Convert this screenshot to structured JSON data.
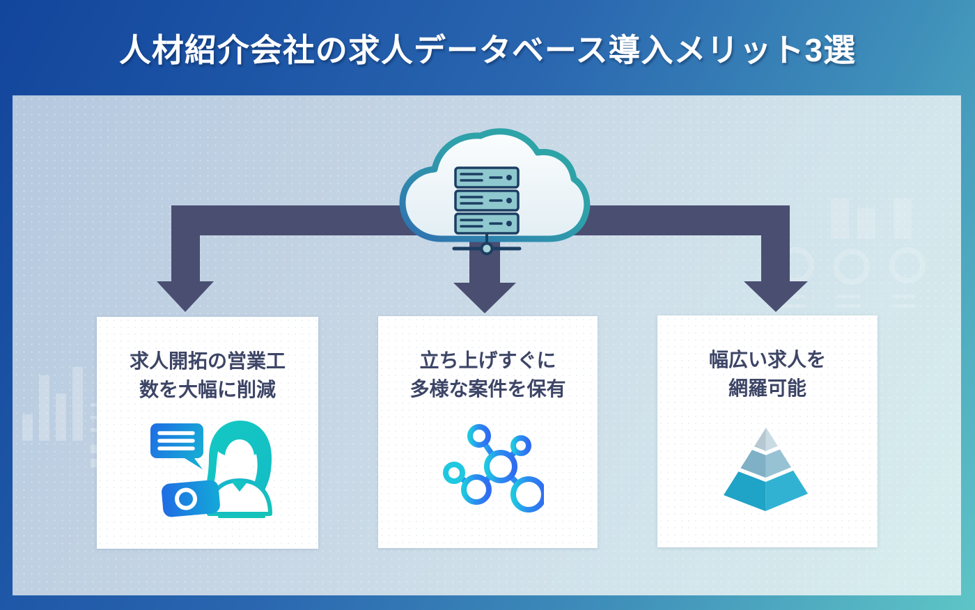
{
  "title": "人材紹介会社の求人データベース導入メリット3選",
  "hub": {
    "icon": "cloud-server",
    "description_icon_name": "cloud-server-icon"
  },
  "cards": [
    {
      "line1": "求人開拓の営業工",
      "line2": "数を大幅に削減",
      "icon": "support-agent"
    },
    {
      "line1": "立ち上げすぐに",
      "line2": "多様な案件を保有",
      "icon": "molecule-network"
    },
    {
      "line1": "幅広い求人を",
      "line2": "網羅可能",
      "icon": "pyramid"
    }
  ],
  "colors": {
    "frame_gradient_start": "#12459c",
    "frame_gradient_end": "#5ec5c6",
    "panel_gradient_start": "#b5c8de",
    "panel_gradient_end": "#d8eeee",
    "arrow": "#4a4e71",
    "title_text": "#ffffff",
    "card_background": "#ffffff",
    "card_text": "#3d4566",
    "icon_blue": "#1f6ce4",
    "icon_teal": "#14c4b8",
    "server_fill": "#8fc8ce",
    "server_outline": "#1c3e62",
    "pyramid_top": "#c0d2dc",
    "pyramid_middle": "#87b6ca",
    "pyramid_bottom": "#27a9c9"
  }
}
